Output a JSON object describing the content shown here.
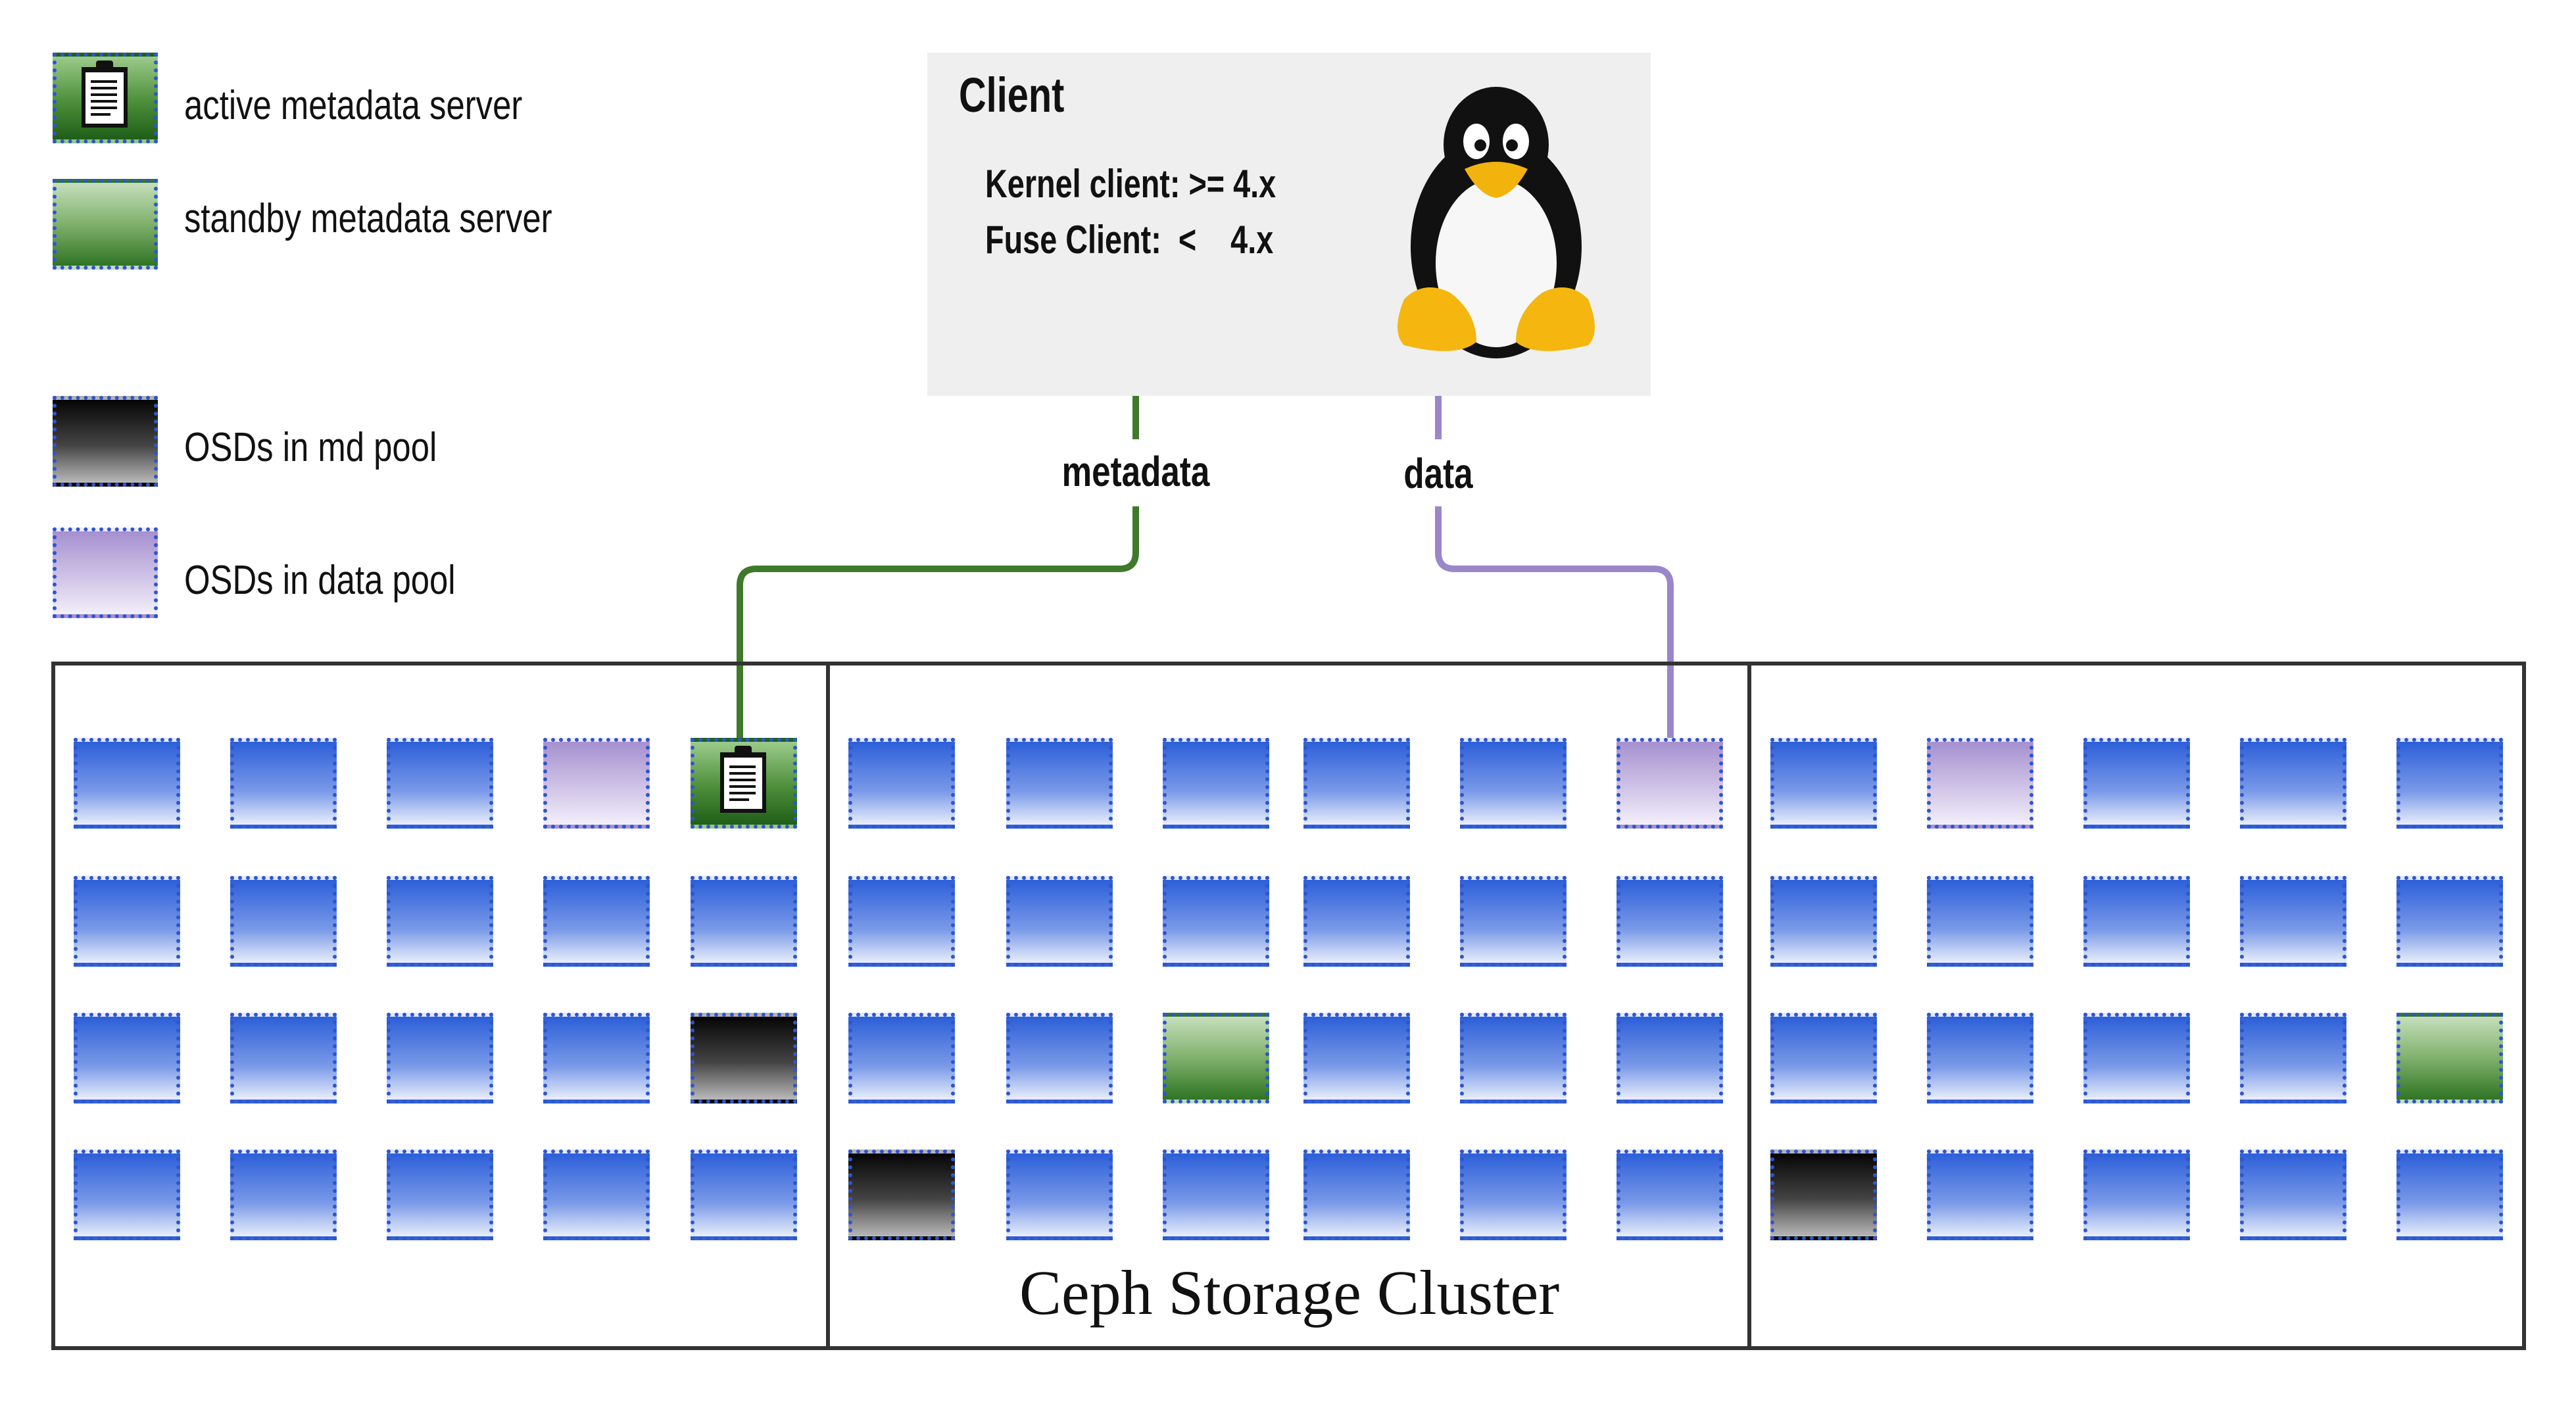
{
  "legend": {
    "active_mds": "active metadata server",
    "standby_mds": "standby metadata server",
    "osd_md_pool": "OSDs in md pool",
    "osd_data_pool": "OSDs in data pool"
  },
  "client": {
    "title": "Client",
    "kernel_line": "Kernel client: >= 4.x",
    "fuse_line": "Fuse Client:  <    4.x"
  },
  "connections": {
    "metadata_label": "metadata",
    "data_label": "data"
  },
  "cluster": {
    "caption": "Ceph Storage Cluster",
    "servers": [
      {
        "rows": [
          [
            "osd",
            "osd",
            "osd",
            "data",
            "active"
          ],
          [
            "osd",
            "osd",
            "osd",
            "osd",
            "osd"
          ],
          [
            "osd",
            "osd",
            "osd",
            "osd",
            "md"
          ],
          [
            "osd",
            "osd",
            "osd",
            "osd",
            "osd"
          ]
        ]
      },
      {
        "rows": [
          [
            "osd",
            "osd",
            "osd",
            "osd",
            "osd",
            "data"
          ],
          [
            "osd",
            "osd",
            "osd",
            "osd",
            "osd",
            "osd"
          ],
          [
            "osd",
            "osd",
            "standby",
            "osd",
            "osd",
            "osd"
          ],
          [
            "md",
            "osd",
            "osd",
            "osd",
            "osd",
            "osd"
          ]
        ]
      },
      {
        "rows": [
          [
            "osd",
            "data",
            "osd",
            "osd",
            "osd"
          ],
          [
            "osd",
            "osd",
            "osd",
            "osd",
            "osd"
          ],
          [
            "osd",
            "osd",
            "osd",
            "osd",
            "standby"
          ],
          [
            "md",
            "osd",
            "osd",
            "osd",
            "osd"
          ]
        ]
      }
    ]
  },
  "colors": {
    "metadata_line": "#3e7a2a",
    "data_line": "#9a86c8",
    "osd_border": "#2f55d0"
  },
  "icons": {
    "mds": "clipboard-icon",
    "client": "tux-penguin-icon"
  }
}
